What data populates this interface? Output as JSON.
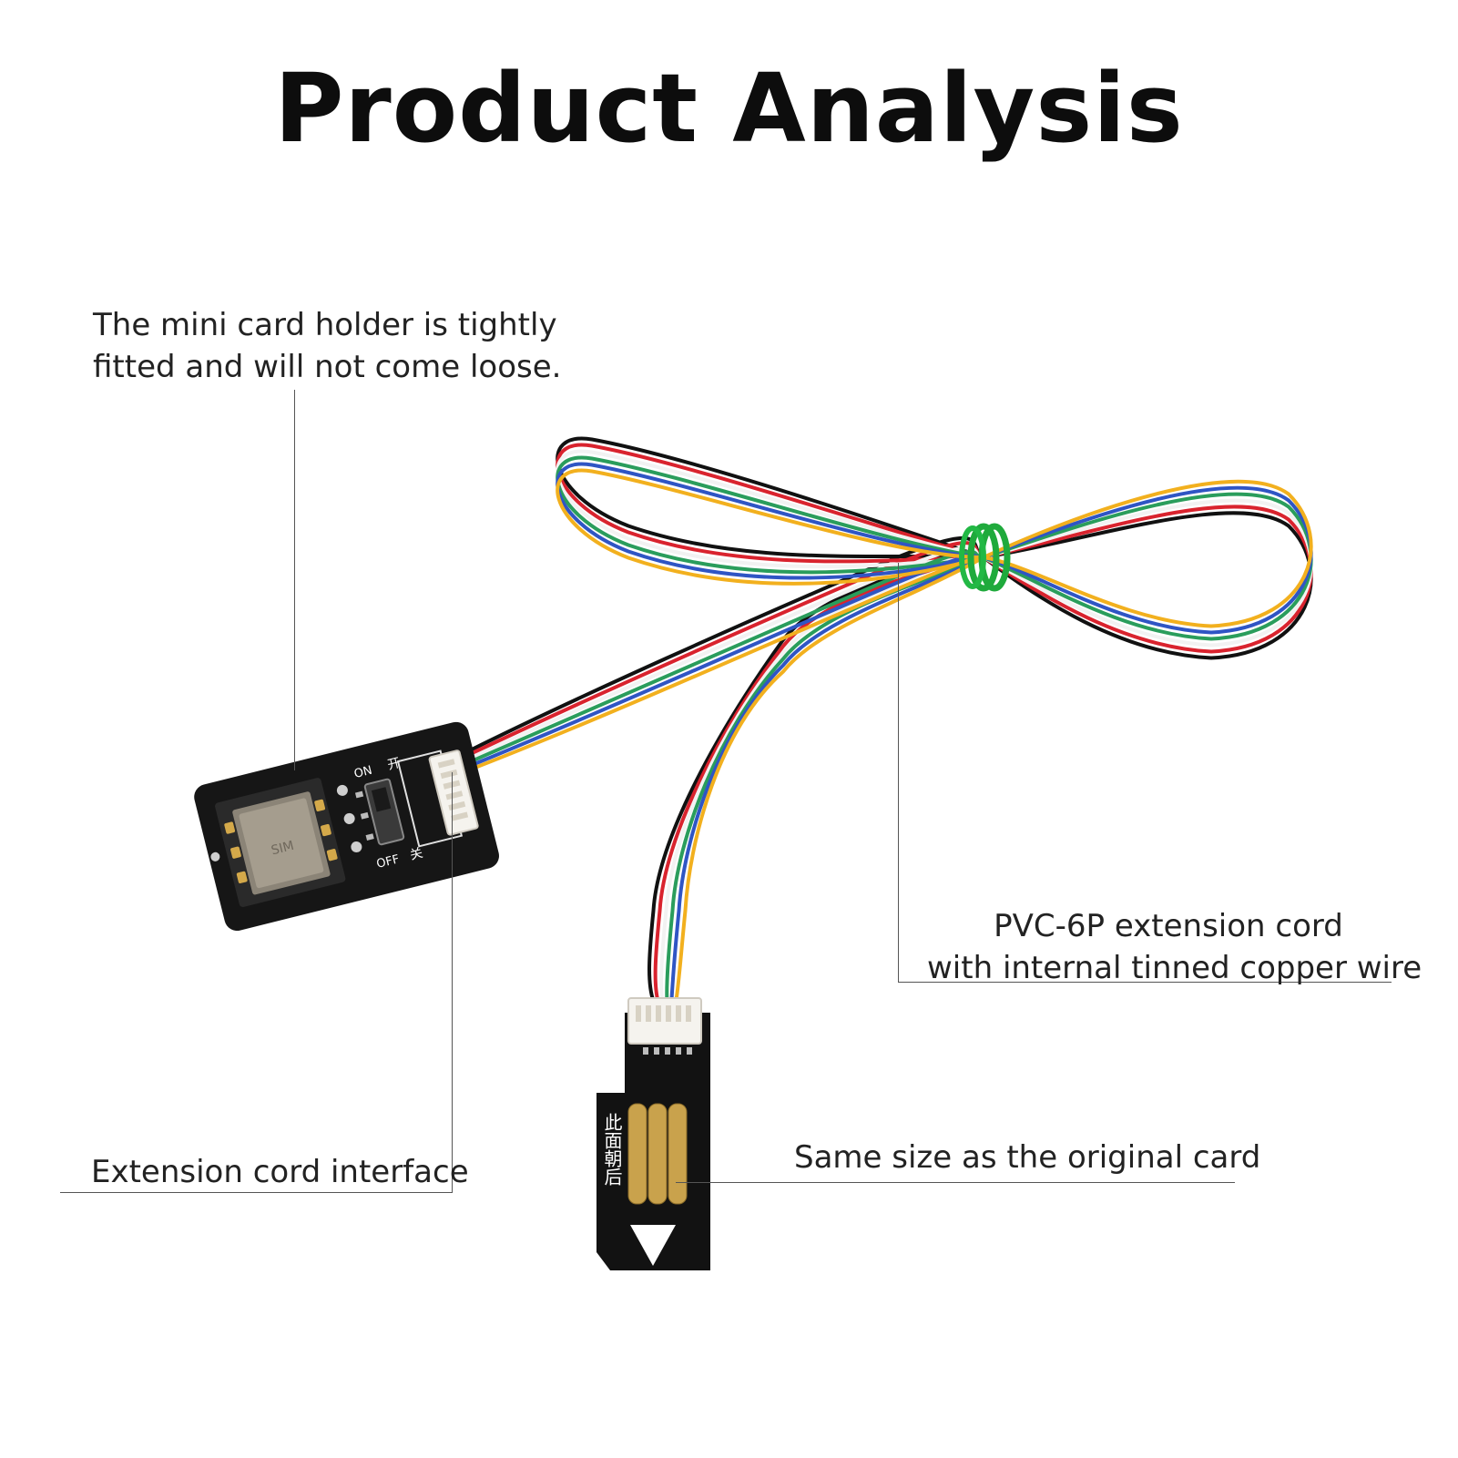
{
  "title": "Product Analysis",
  "captions": {
    "holder_line1": "The mini card holder is tightly",
    "holder_line2": "fitted and will not come loose.",
    "interface": "Extension cord interface",
    "cord_line1": "PVC-6P extension cord",
    "cord_line2": "with internal tinned copper wire",
    "size": "Same size as the original card"
  },
  "board_markings": {
    "on": "ON",
    "off": "OFF",
    "kai": "开",
    "guan": "关",
    "sim": "SIM",
    "back": "此面朝后"
  },
  "wire_colors": [
    "#111111",
    "#d9232e",
    "#f2f2f2",
    "#2a9d5c",
    "#2f55c4",
    "#f2b01e"
  ],
  "tie_color": "#1faa3c"
}
